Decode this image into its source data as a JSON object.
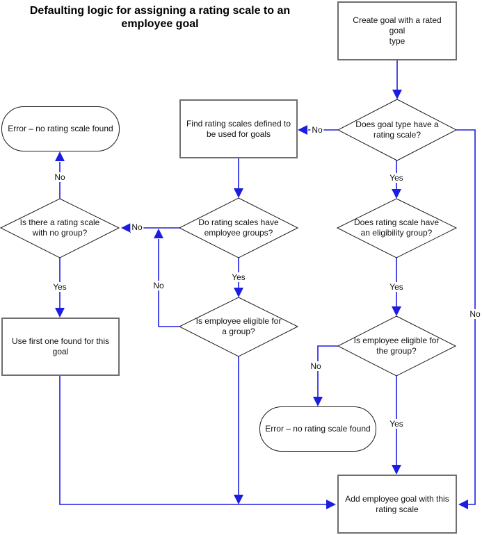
{
  "title": "Defaulting logic for assigning a rating scale to an\nemployee goal",
  "labels": {
    "yes": "Yes",
    "no": "No"
  },
  "colors": {
    "connector_blue": "#1d1de0",
    "process_border_gray": "#6e6e6e",
    "shape_border_black": "#1a1a1a"
  },
  "nodes": {
    "create_goal": "Create goal with a rated goal\ntype",
    "find_scales": "Find rating scales defined to\nbe used for goals",
    "q_goal_type_scale": "Does goal type have a\nrating scale?",
    "q_scales_employee_groups": "Do rating scales have\nemployee groups?",
    "q_scale_no_group": "Is there a rating scale\nwith no group?",
    "q_eligible_a_group": "Is employee eligible for\na group?",
    "q_scale_eligibility_group": "Does rating scale have\nan eligibility group?",
    "q_eligible_the_group": "Is employee eligible for\nthe group?",
    "error_top": "Error – no rating scale found",
    "error_bottom": "Error – no rating scale found",
    "use_first": "Use first one found for this\ngoal",
    "add_goal": "Add employee goal with this\nrating scale"
  }
}
